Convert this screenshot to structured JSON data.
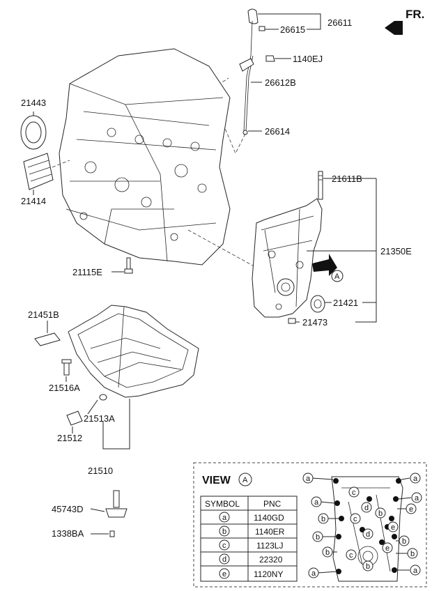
{
  "direction": {
    "label": "FR."
  },
  "callouts": [
    {
      "id": "26611",
      "text": "26611"
    },
    {
      "id": "26615",
      "text": "26615"
    },
    {
      "id": "1140EJ",
      "text": "1140EJ"
    },
    {
      "id": "26612B",
      "text": "26612B"
    },
    {
      "id": "26614",
      "text": "26614"
    },
    {
      "id": "21443",
      "text": "21443"
    },
    {
      "id": "21414",
      "text": "21414"
    },
    {
      "id": "21611B",
      "text": "21611B"
    },
    {
      "id": "21350E",
      "text": "21350E"
    },
    {
      "id": "21115E",
      "text": "21115E"
    },
    {
      "id": "21421",
      "text": "21421"
    },
    {
      "id": "21473",
      "text": "21473"
    },
    {
      "id": "21451B",
      "text": "21451B"
    },
    {
      "id": "21516A",
      "text": "21516A"
    },
    {
      "id": "21513A",
      "text": "21513A"
    },
    {
      "id": "21512",
      "text": "21512"
    },
    {
      "id": "21510",
      "text": "21510"
    },
    {
      "id": "45743D",
      "text": "45743D"
    },
    {
      "id": "1338BA",
      "text": "1338BA"
    }
  ],
  "view_marker": "A",
  "view_panel": {
    "title": "VIEW",
    "marker": "A",
    "headers": [
      "SYMBOL",
      "PNC"
    ],
    "rows": [
      {
        "symbol": "a",
        "pnc": "1140GD"
      },
      {
        "symbol": "b",
        "pnc": "1140ER"
      },
      {
        "symbol": "c",
        "pnc": "1123LJ"
      },
      {
        "symbol": "d",
        "pnc": "22320"
      },
      {
        "symbol": "e",
        "pnc": "1120NY"
      }
    ],
    "detail_symbols": [
      "a",
      "a",
      "a",
      "a",
      "b",
      "c",
      "d",
      "e",
      "b",
      "c",
      "e",
      "b",
      "b",
      "d",
      "e",
      "b",
      "c",
      "b",
      "a",
      "a",
      "b"
    ]
  }
}
